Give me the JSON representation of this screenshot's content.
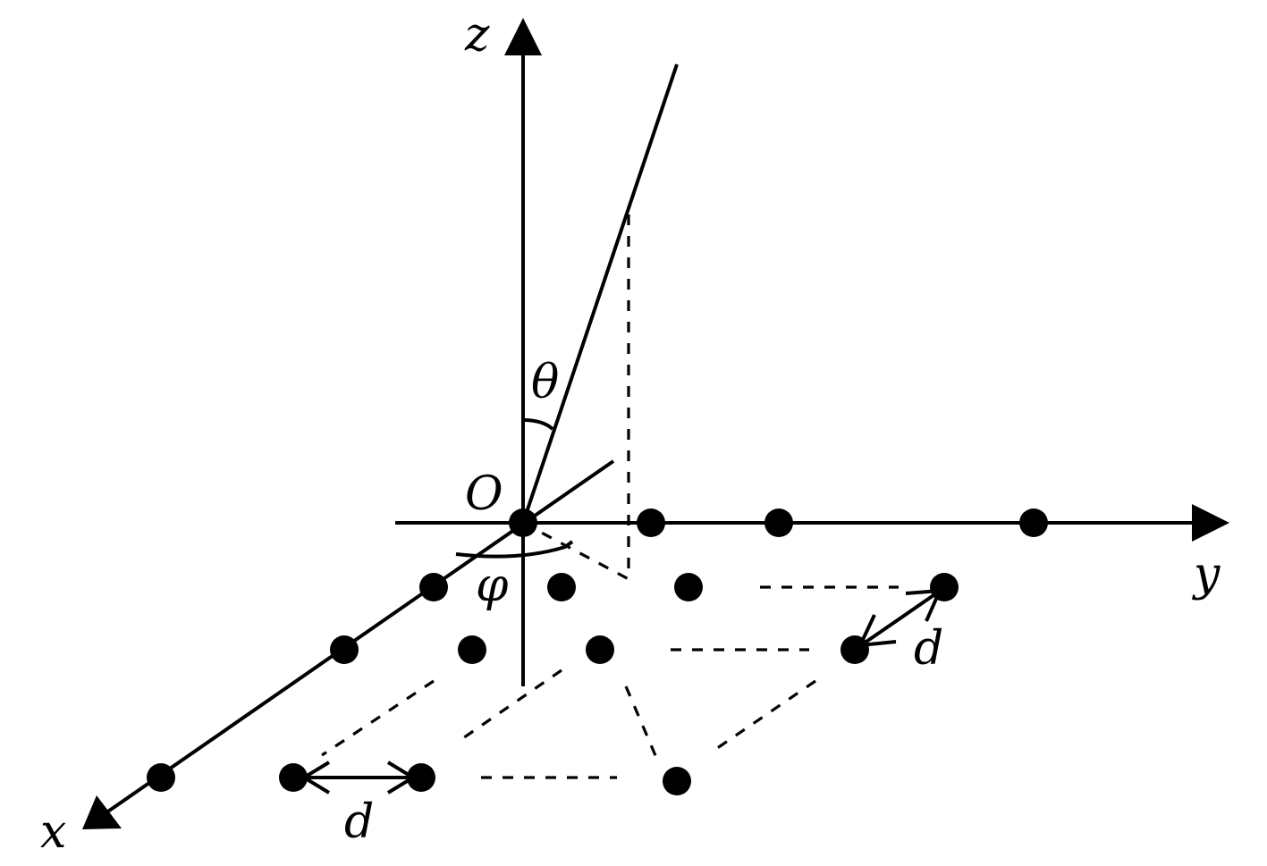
{
  "labels": {
    "z_axis": "z",
    "y_axis": "y",
    "x_axis": "x",
    "origin": "O",
    "theta": "θ",
    "phi": "φ",
    "spacing_bottom": "d",
    "spacing_right": "d"
  },
  "colors": {
    "ink": "#000000",
    "background": "#ffffff"
  }
}
